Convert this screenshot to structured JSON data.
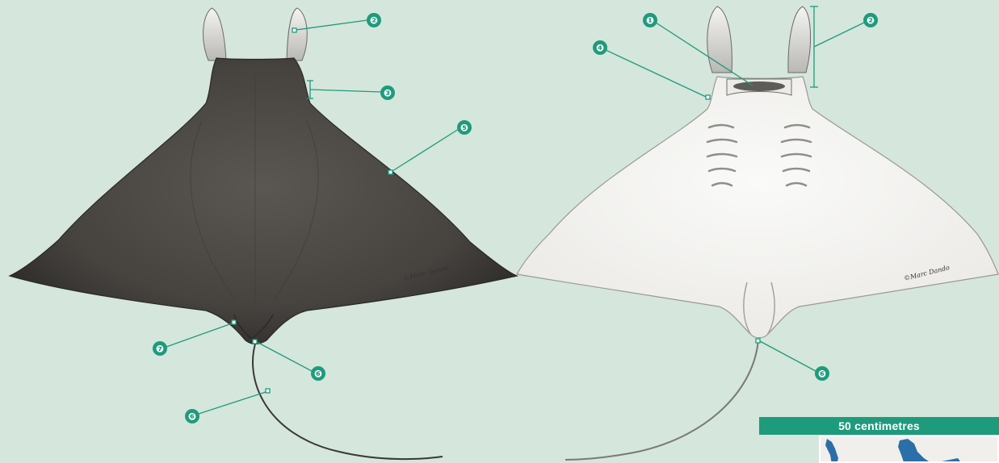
{
  "colors": {
    "background": "#d5e6dc",
    "accent": "#1e9b7c",
    "dorsal_body": "#4a4743",
    "ventral_body": "#f1f1ef",
    "map_water": "#2c6fa8"
  },
  "dorsal_view": {
    "signature": "©Marc Dando",
    "callouts": [
      "❷",
      "❸",
      "❺",
      "❼",
      "❻",
      "❻"
    ]
  },
  "ventral_view": {
    "signature": "©Marc Dando",
    "callouts": [
      "❶",
      "❷",
      "❹",
      "❻"
    ]
  },
  "scale_bar": {
    "label": "50 centimetres"
  },
  "map": {
    "icon": "distribution-map-thumbnail"
  }
}
